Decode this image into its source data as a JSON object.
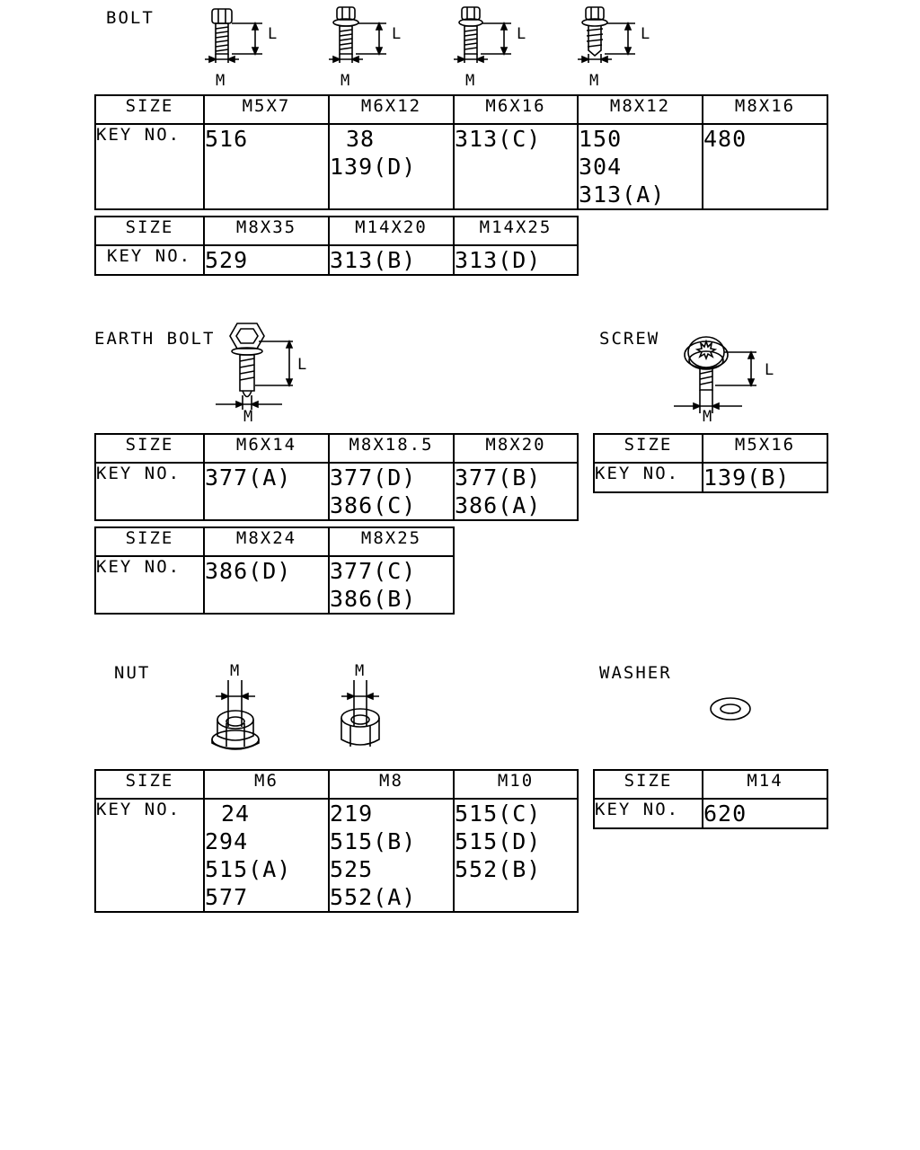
{
  "labels": {
    "bolt": "BOLT",
    "earth_bolt": "EARTH BOLT",
    "screw": "SCREW",
    "nut": "NUT",
    "washer": "WASHER",
    "dim_l": "L",
    "dim_m": "M"
  },
  "tables": {
    "bolt1": {
      "size_label": "SIZE",
      "key_label": "KEY NO.",
      "sizes": [
        "M5X7",
        "M6X12",
        "M6X16",
        "M8X12",
        "M8X16"
      ],
      "keys": [
        [
          "516"
        ],
        [
          "38",
          "139(D)"
        ],
        [
          "313(C)"
        ],
        [
          "150",
          "304",
          "313(A)"
        ],
        [
          "480"
        ]
      ]
    },
    "bolt2": {
      "size_label": "SIZE",
      "key_label": "KEY NO.",
      "sizes": [
        "M8X35",
        "M14X20",
        "M14X25"
      ],
      "keys": [
        [
          "529"
        ],
        [
          "313(B)"
        ],
        [
          "313(D)"
        ]
      ]
    },
    "earth1": {
      "size_label": "SIZE",
      "key_label": "KEY NO.",
      "sizes": [
        "M6X14",
        "M8X18.5",
        "M8X20"
      ],
      "keys": [
        [
          "377(A)"
        ],
        [
          "377(D)",
          "386(C)"
        ],
        [
          "377(B)",
          "386(A)"
        ]
      ]
    },
    "earth2": {
      "size_label": "SIZE",
      "key_label": "KEY NO.",
      "sizes": [
        "M8X24",
        "M8X25"
      ],
      "keys": [
        [
          "386(D)"
        ],
        [
          "377(C)",
          "386(B)"
        ]
      ]
    },
    "screw": {
      "size_label": "SIZE",
      "key_label": "KEY NO.",
      "sizes": [
        "M5X16"
      ],
      "keys": [
        [
          "139(B)"
        ]
      ]
    },
    "nut": {
      "size_label": "SIZE",
      "key_label": "KEY NO.",
      "sizes": [
        "M6",
        "M8",
        "M10"
      ],
      "keys": [
        [
          "24",
          "294",
          "515(A)",
          "577"
        ],
        [
          "219",
          "515(B)",
          "525",
          "552(A)"
        ],
        [
          "515(C)",
          "515(D)",
          "552(B)"
        ]
      ]
    },
    "washer": {
      "size_label": "SIZE",
      "key_label": "KEY NO.",
      "sizes": [
        "M14"
      ],
      "keys": [
        [
          "620"
        ]
      ]
    }
  }
}
